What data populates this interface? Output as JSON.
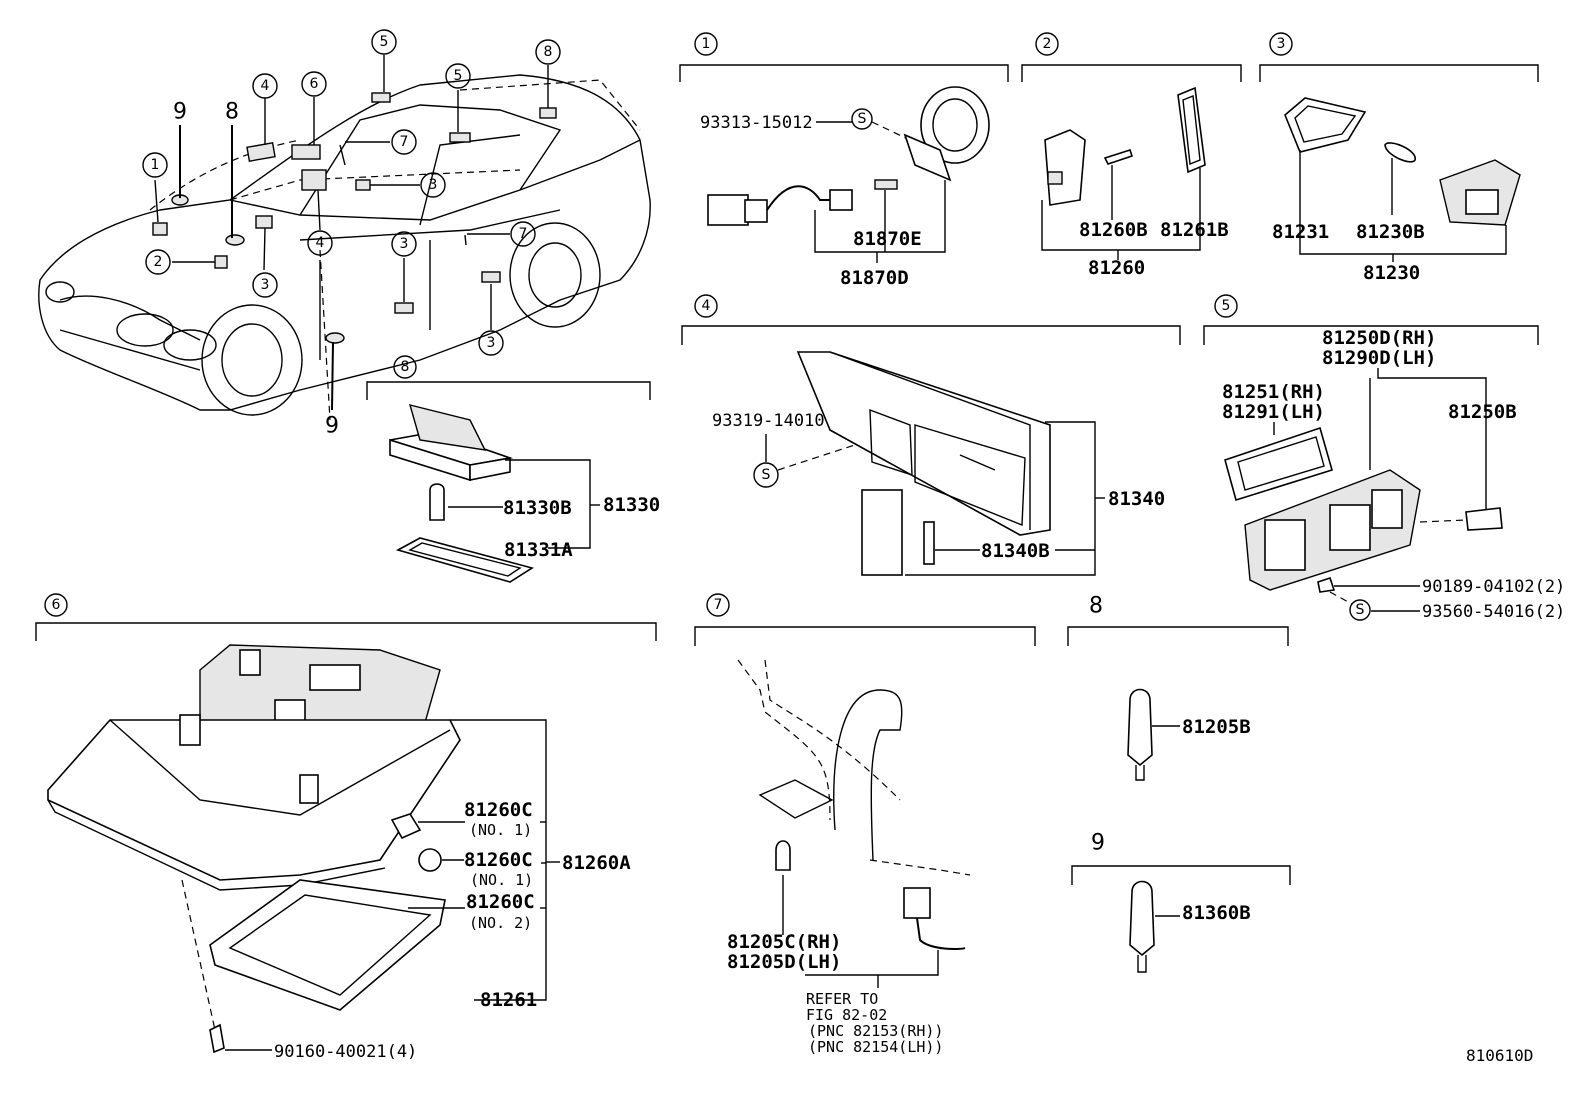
{
  "diagram_code": "810610D",
  "car_callouts": [
    "1",
    "2",
    "3",
    "4",
    "5",
    "6",
    "7",
    "8",
    "9"
  ],
  "sections": {
    "s1": {
      "num": "1",
      "parts": {
        "screw": "93313-15012",
        "bulb": "81870E",
        "assy": "81870D"
      }
    },
    "s2": {
      "num": "2",
      "parts": {
        "bulb": "81260B",
        "lens": "81261B",
        "assy": "81260"
      }
    },
    "s3": {
      "num": "3",
      "parts": {
        "lens": "81231",
        "bulb": "81230B",
        "assy": "81230"
      }
    },
    "s4": {
      "num": "4",
      "parts": {
        "screw": "93319-14010(2)",
        "assy": "81340",
        "bulb": "81340B"
      }
    },
    "s5": {
      "num": "5",
      "parts": {
        "assy_rh": "81250D(RH)",
        "assy_lh": "81290D(LH)",
        "lens_rh": "81251(RH)",
        "lens_lh": "81291(LH)",
        "bulb": "81250B",
        "clip": "90189-04102(2)",
        "screw": "93560-54016(2)"
      }
    },
    "s6": {
      "num": "6",
      "parts": {
        "assy": "81260A",
        "bulb1": "81260C",
        "note1": "(NO. 1)",
        "bulb2": "81260C",
        "note2": "(NO. 1)",
        "bulb3": "81260C",
        "note3": "(NO. 2)",
        "lens": "81261",
        "screw": "90160-40021(4)"
      }
    },
    "s7": {
      "num": "7",
      "parts": {
        "bulb_rh": "81205C(RH)",
        "bulb_lh": "81205D(LH)",
        "ref1": "REFER TO",
        "ref2": "FIG 82-02",
        "ref3": "(PNC 82153(RH))",
        "ref4": "(PNC 82154(LH))"
      }
    },
    "s8_top": {
      "num": "8",
      "parts": {
        "assy": "81330",
        "bulb": "81330B",
        "lens": "81331A"
      }
    },
    "s8": {
      "num": "8",
      "parts": {
        "bulb": "81205B"
      }
    },
    "s9": {
      "num": "9",
      "parts": {
        "bulb": "81360B"
      }
    }
  }
}
